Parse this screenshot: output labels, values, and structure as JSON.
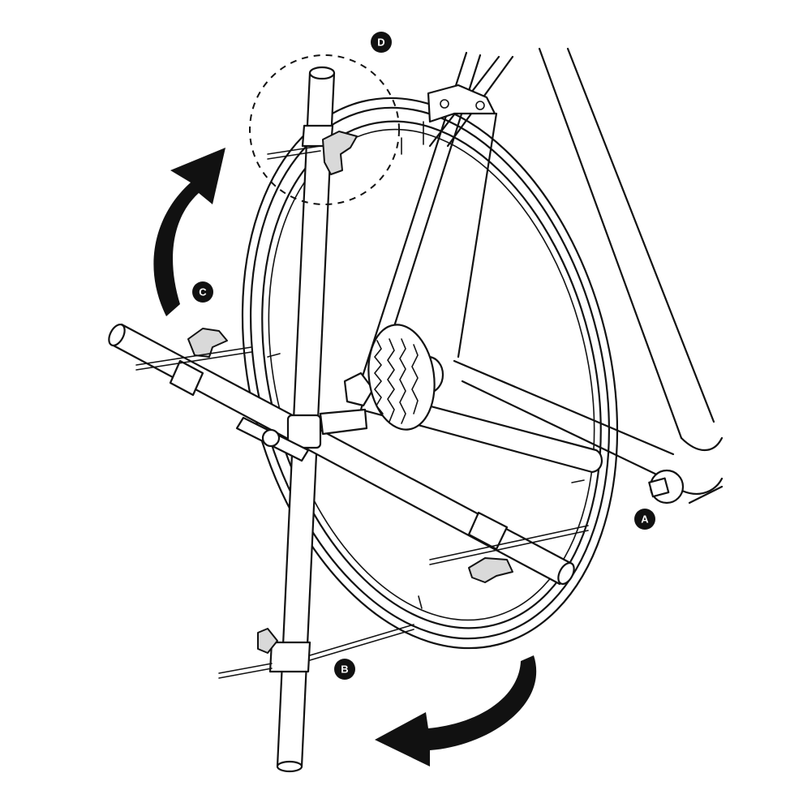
{
  "labels": {
    "a": "A",
    "b": "B",
    "c": "C",
    "d": "D"
  },
  "colors": {
    "line": "#111111",
    "fill": "#ffffff",
    "shade": "#d9d9d9"
  },
  "icons": {
    "rotation_arrow_up": "curved-arrow-up-icon",
    "rotation_arrow_down": "curved-arrow-down-icon"
  }
}
